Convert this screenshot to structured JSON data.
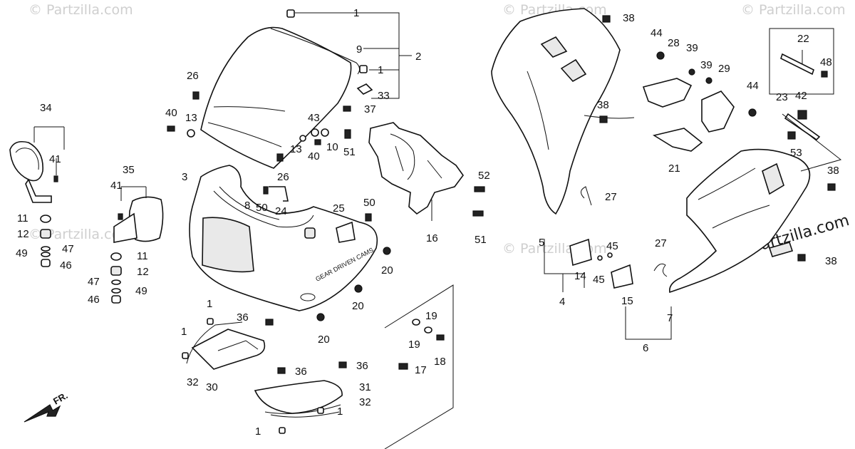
{
  "watermarks": {
    "text": "© Partzilla.com",
    "brand_large": "© Partzilla.com"
  },
  "orientation_label": "FR.",
  "cowl_decal": "GEAR DRIVEN CAMS",
  "callouts": {
    "c1a": "1",
    "c1b": "1",
    "c1c": "1",
    "c1d": "1",
    "c1e": "1",
    "c1f": "1",
    "c2": "2",
    "c3": "3",
    "c4": "4",
    "c5": "5",
    "c6": "6",
    "c7": "7",
    "c8": "8",
    "c9": "9",
    "c10": "10",
    "c11a": "11",
    "c11b": "11",
    "c12a": "12",
    "c12b": "12",
    "c13a": "13",
    "c13b": "13",
    "c14": "14",
    "c15": "15",
    "c16": "16",
    "c17": "17",
    "c18": "18",
    "c19a": "19",
    "c19b": "19",
    "c20a": "20",
    "c20b": "20",
    "c20c": "20",
    "c21": "21",
    "c22": "22",
    "c23": "23",
    "c24": "24",
    "c25": "25",
    "c26a": "26",
    "c26b": "26",
    "c27a": "27",
    "c27b": "27",
    "c28": "28",
    "c29": "29",
    "c30": "30",
    "c31": "31",
    "c32a": "32",
    "c32b": "32",
    "c33": "33",
    "c34": "34",
    "c35": "35",
    "c36a": "36",
    "c36b": "36",
    "c36c": "36",
    "c37": "37",
    "c38a": "38",
    "c38b": "38",
    "c38c": "38",
    "c38d": "38",
    "c39a": "39",
    "c39b": "39",
    "c40a": "40",
    "c40b": "40",
    "c41a": "41",
    "c41b": "41",
    "c42": "42",
    "c43": "43",
    "c44a": "44",
    "c44b": "44",
    "c45a": "45",
    "c45b": "45",
    "c46a": "46",
    "c46b": "46",
    "c47a": "47",
    "c47b": "47",
    "c48": "48",
    "c49a": "49",
    "c49b": "49",
    "c50a": "50",
    "c50b": "50",
    "c51a": "51",
    "c51b": "51",
    "c52": "52",
    "c53": "53"
  }
}
